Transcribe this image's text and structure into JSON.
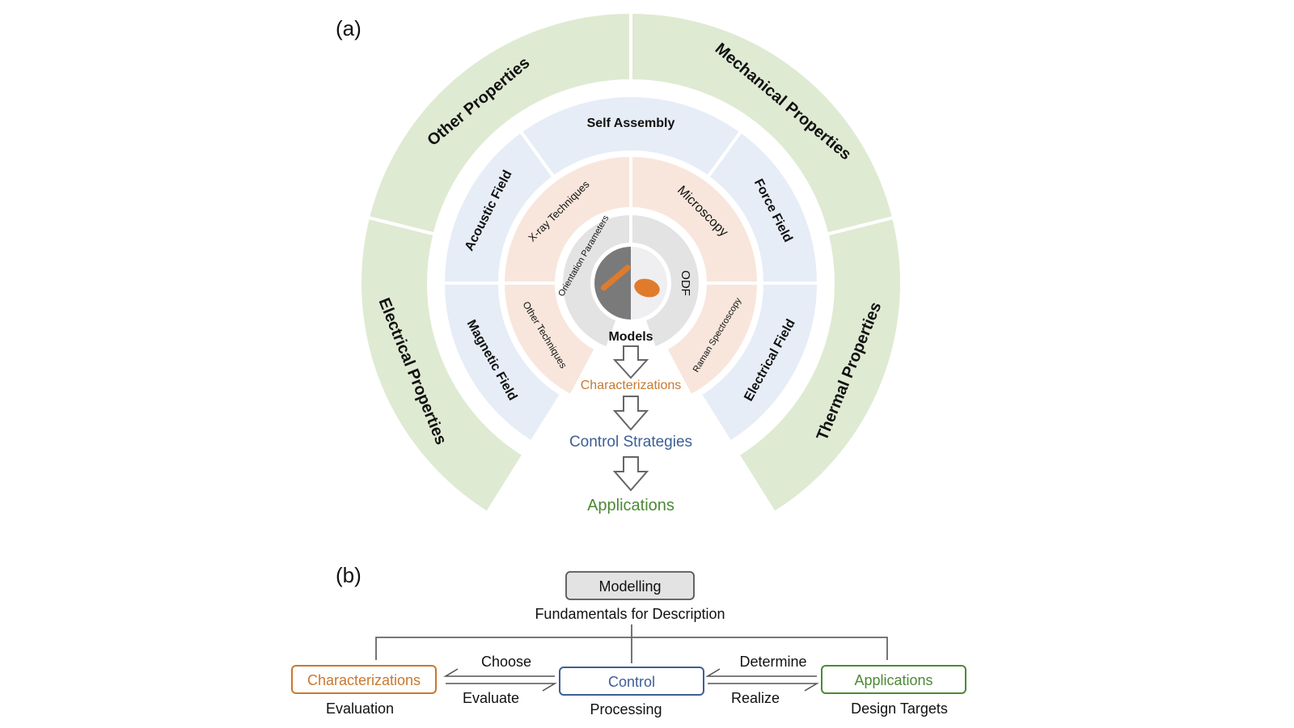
{
  "panel_a": {
    "label": "(a)",
    "outer_ring": {
      "color": "#dfead2",
      "sectors": [
        "Other Properties",
        "Mechanical Properties",
        "Thermal Properties",
        "Electrical Properties"
      ]
    },
    "control_ring": {
      "color": "#e6edf7",
      "sectors": [
        "Self Assembly",
        "Force Field",
        "Electrical Field",
        "Magnetic Field",
        "Acoustic Field"
      ]
    },
    "characterization_ring": {
      "color": "#f8e6dc",
      "sectors": [
        "X-ray Techniques",
        "Microscopy",
        "Raman Spectroscopy",
        "Other Techniques"
      ]
    },
    "model_ring": {
      "color": "#e3e3e3",
      "sectors": [
        "Orientation Parameters",
        "ODF"
      ]
    },
    "center_label": "Models",
    "flow": [
      "Characterizations",
      "Control Strategies",
      "Applications"
    ],
    "colors": {
      "characterizations": "#c8782f",
      "control": "#3d5f94",
      "applications": "#4b8a35",
      "accent_orange": "#e07b2c",
      "dark_gray": "#7a7a7a"
    }
  },
  "panel_b": {
    "label": "(b)",
    "modelling": {
      "title": "Modelling",
      "subtitle": "Fundamentals for Description"
    },
    "characterizations": {
      "title": "Characterizations",
      "subtitle": "Evaluation"
    },
    "control": {
      "title": "Control",
      "subtitle": "Processing"
    },
    "applications": {
      "title": "Applications",
      "subtitle": "Design Targets"
    },
    "arrows": {
      "choose": "Choose",
      "evaluate": "Evaluate",
      "determine": "Determine",
      "realize": "Realize"
    }
  }
}
